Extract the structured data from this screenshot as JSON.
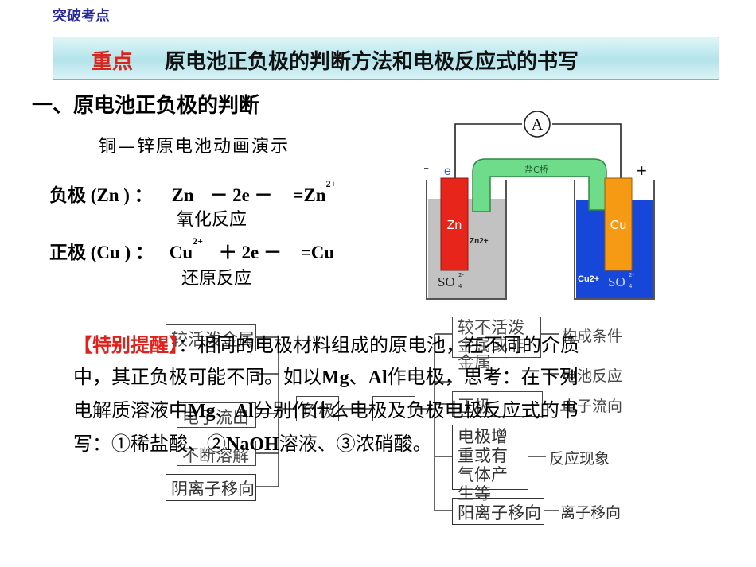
{
  "breadcrumb": "突破考点",
  "banner": {
    "tag": "重点",
    "title": "原电池正负极的判断方法和电极反应式的书写"
  },
  "heading": "一、原电池正负极的判断",
  "demo_title": "铜—锌原电池动画演示",
  "negative": {
    "label": "负极 (Zn ) ：",
    "eq_a": "Zn",
    "eq_b": "－ 2e －",
    "eq_c": "=Zn",
    "eq_c_sup": "2+",
    "reaction": "氧化反应"
  },
  "positive": {
    "label": "正极 (Cu ) ：",
    "eq_a": "Cu",
    "eq_a_sup": "2+",
    "eq_b": "＋ 2e －",
    "eq_c": "=Cu",
    "reaction": "还原反应"
  },
  "cell": {
    "ammeter": "A",
    "salt_bridge": "盐C桥",
    "neg_sign": "-",
    "electron": "e",
    "pos_sign": "+",
    "zn": "Zn",
    "zn_ion": "Zn2+",
    "cu": "Cu",
    "cu_ion": "Cu2+",
    "so4": "SO",
    "so4_charge": "2-",
    "so4_sub": "4",
    "colors": {
      "zn": "#e8251b",
      "cu": "#f59a12",
      "bridge": "#6fdc8b",
      "left_solution": "#b9b9b9",
      "right_solution": "#1747d8"
    }
  },
  "reminder": {
    "tag": "【特别提醒】",
    "line1": "：相同的电极材料组成的原电池，在不同的介质",
    "line2_a": "中，其正负极可能不同。如以",
    "line2_mg": "Mg",
    "line2_b": "、",
    "line2_al": "Al",
    "line2_c": "作电极，思考：在下列",
    "line3_a": "电解质溶液中",
    "line3_mg": "Mg",
    "line3_b": "、",
    "line3_al": "Al",
    "line3_c": "分别作什么电极及负极电极反应式的书",
    "line4_a": "写：①稀盐酸、②",
    "line4_naoh": "NaOH",
    "line4_b": "溶液、③浓硝酸。"
  },
  "diagram": {
    "left_boxes": [
      "较活泼金属",
      "电子流出",
      "不断溶解",
      "阴离子移向"
    ],
    "center_box": "负极",
    "right_boxes": [
      "较不活泼金属或非金属",
      "正极",
      "电极增重或有气体产生等",
      "阳离子移向"
    ],
    "side_labels": [
      "构成条件",
      "电池反应",
      "电子流向",
      "反应现象",
      "离子移向"
    ]
  }
}
